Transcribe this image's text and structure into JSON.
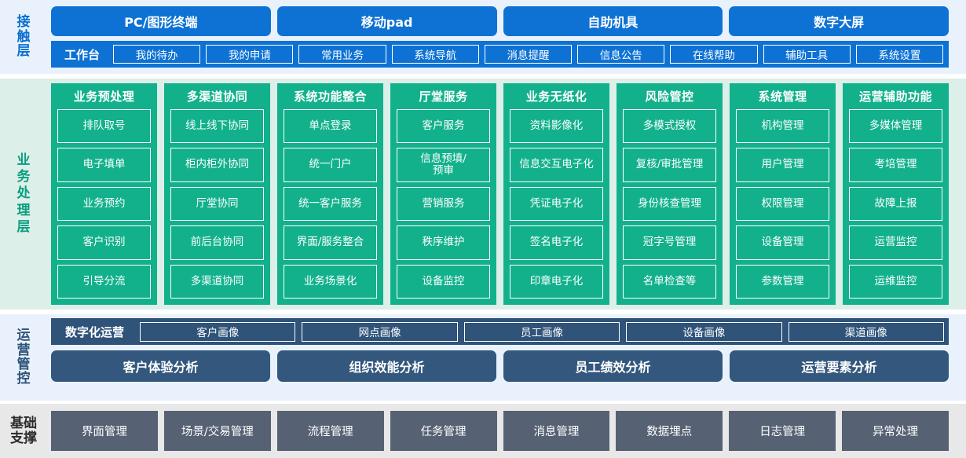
{
  "bands": {
    "contact": {
      "label": "接触层",
      "channels": [
        "PC/图形终端",
        "移动pad",
        "自助机具",
        "数字大屏"
      ],
      "workbench_title": "工作台",
      "workbench_items": [
        "我的待办",
        "我的申请",
        "常用业务",
        "系统导航",
        "消息提醒",
        "信息公告",
        "在线帮助",
        "辅助工具",
        "系统设置"
      ]
    },
    "business": {
      "label": "业务处理层",
      "columns": [
        {
          "title": "业务预处理",
          "items": [
            "排队取号",
            "电子填单",
            "业务预约",
            "客户识别",
            "引导分流"
          ]
        },
        {
          "title": "多渠道协同",
          "items": [
            "线上线下协同",
            "柜内柜外协同",
            "厅堂协同",
            "前后台协同",
            "多渠道协同"
          ]
        },
        {
          "title": "系统功能整合",
          "items": [
            "单点登录",
            "统一门户",
            "统一客户服务",
            "界面/服务整合",
            "业务场景化"
          ]
        },
        {
          "title": "厅堂服务",
          "items": [
            "客户服务",
            "信息预填/\n预审",
            "营销服务",
            "秩序维护",
            "设备监控"
          ]
        },
        {
          "title": "业务无纸化",
          "items": [
            "资料影像化",
            "信息交互电子化",
            "凭证电子化",
            "签名电子化",
            "印章电子化"
          ]
        },
        {
          "title": "风险管控",
          "items": [
            "多模式授权",
            "复核/审批管理",
            "身份核查管理",
            "冠字号管理",
            "名单检查等"
          ]
        },
        {
          "title": "系统管理",
          "items": [
            "机构管理",
            "用户管理",
            "权限管理",
            "设备管理",
            "参数管理"
          ]
        },
        {
          "title": "运营辅助功能",
          "items": [
            "多媒体管理",
            "考培管理",
            "故障上报",
            "运营监控",
            "运维监控"
          ]
        }
      ]
    },
    "ops": {
      "label": "运营管控",
      "digital_ops_title": "数字化运营",
      "portraits": [
        "客户画像",
        "网点画像",
        "员工画像",
        "设备画像",
        "渠道画像"
      ],
      "analyses": [
        "客户体验分析",
        "组织效能分析",
        "员工绩效分析",
        "运营要素分析"
      ]
    },
    "base": {
      "label": "基础支撑",
      "items": [
        "界面管理",
        "场景/交易管理",
        "流程管理",
        "任务管理",
        "消息管理",
        "数据埋点",
        "日志管理",
        "异常处理"
      ]
    }
  },
  "colors": {
    "contact_blue": "#0d72d4",
    "contact_bg": "#e9f2fc",
    "business_teal": "#12b18c",
    "business_bg": "#dcefe8",
    "ops_navy": "#2f5379",
    "ops_bg": "#e9f2fc",
    "base_gray": "#566173",
    "base_bg": "#e8e8e8"
  }
}
